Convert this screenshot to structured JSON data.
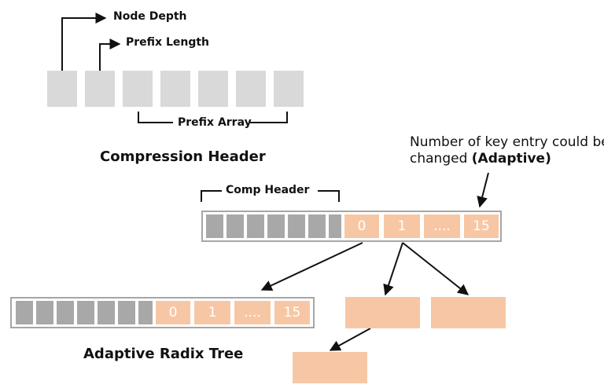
{
  "compression_header": {
    "node_depth_label": "Node Depth",
    "prefix_length_label": "Prefix Length",
    "prefix_array_label": "Prefix Array",
    "title": "Compression Header"
  },
  "root_node": {
    "comp_header_label": "Comp Header",
    "keys": [
      "0",
      "1",
      "....",
      "15"
    ]
  },
  "annotation": {
    "line1": "Number of key entry could be",
    "line2_prefix": "changed ",
    "line2_bold": "(Adaptive)"
  },
  "child_node": {
    "keys": [
      "0",
      "1",
      "....",
      "15"
    ]
  },
  "title": "Adaptive Radix Tree",
  "colors": {
    "header_cell": "#d9d9d9",
    "gray_cell": "#a8a8a8",
    "key_cell": "#f7c7a5",
    "frame": "#a6a6a6",
    "line": "#111111"
  }
}
